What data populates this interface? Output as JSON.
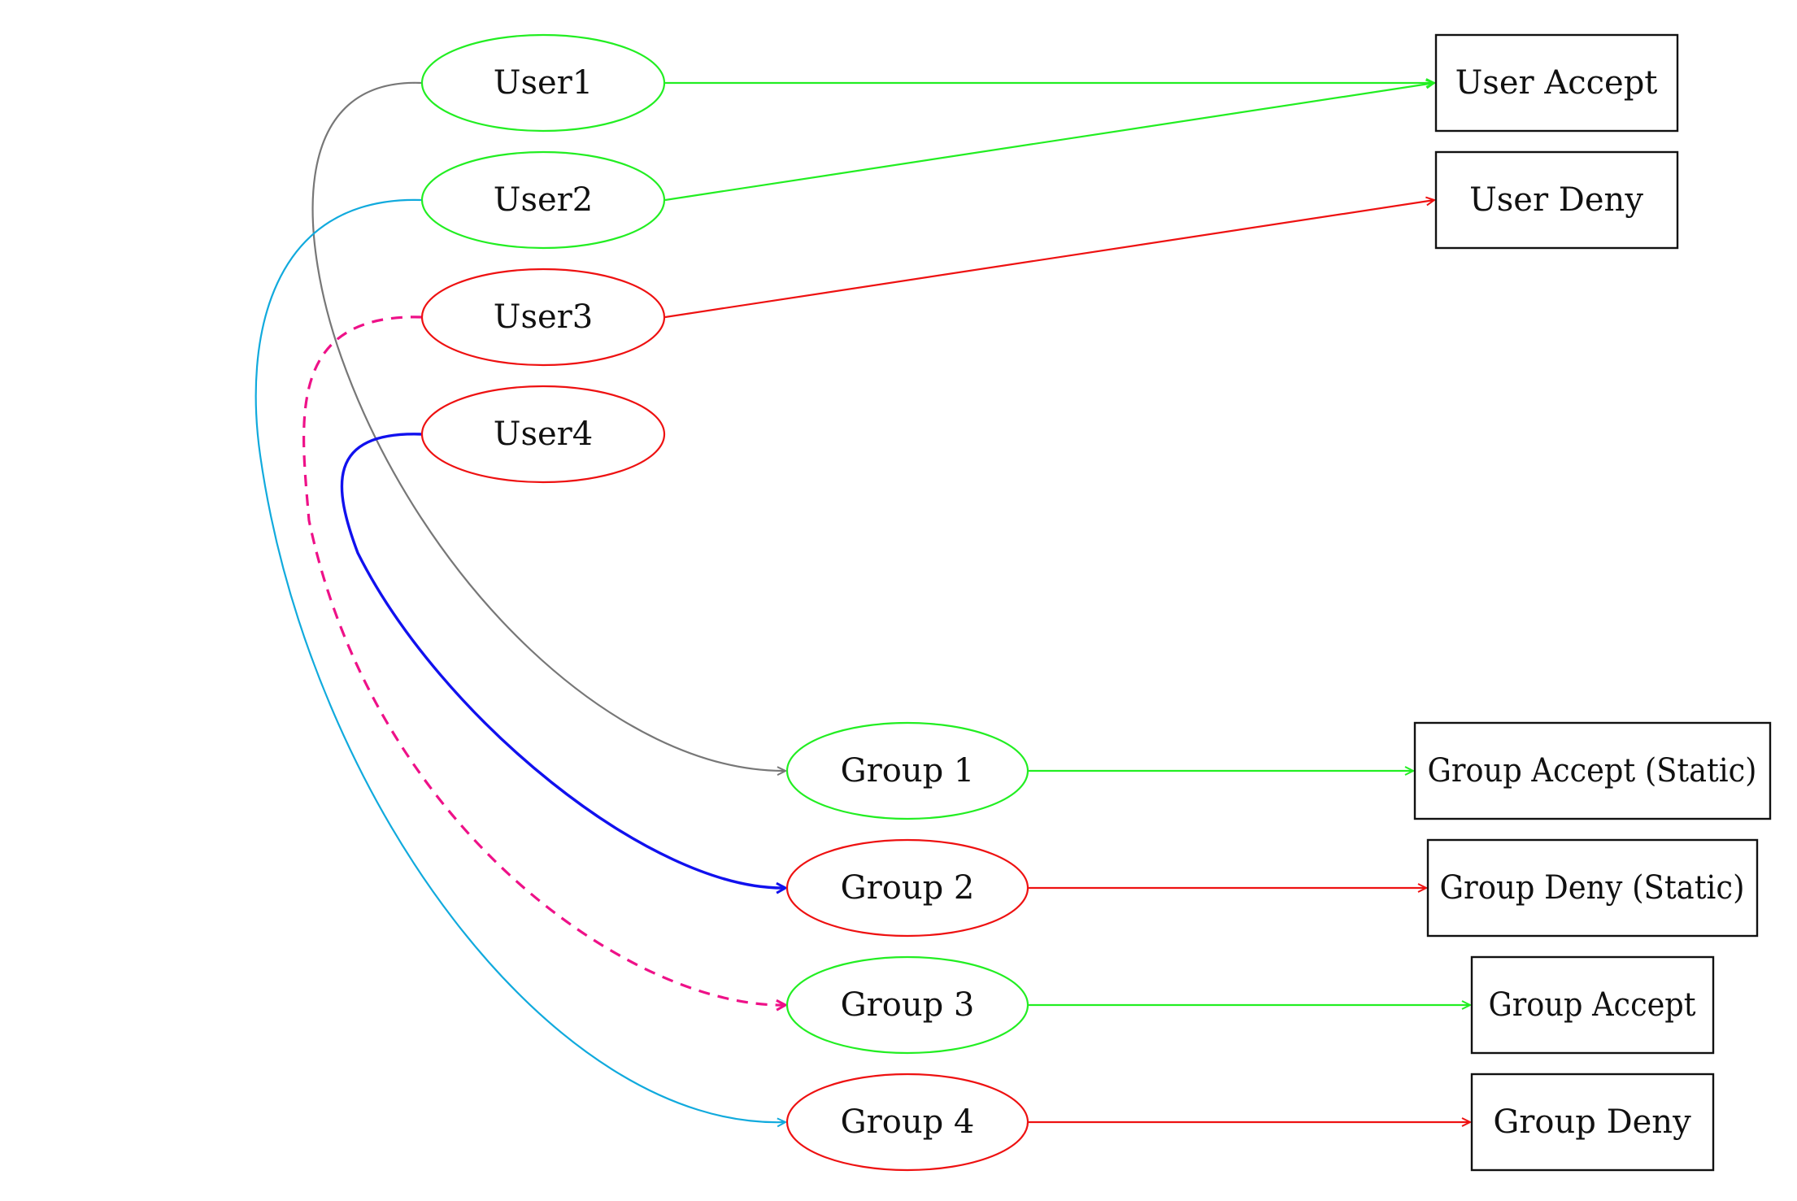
{
  "colors": {
    "green": "#22ee22",
    "red": "#ee1111",
    "gray": "#777777",
    "cyan": "#11aadd",
    "magenta": "#ee1188",
    "blue": "#1111ee",
    "box_border": "#111111"
  },
  "users": [
    {
      "id": "user1",
      "label": "User1",
      "color": "green"
    },
    {
      "id": "user2",
      "label": "User2",
      "color": "green"
    },
    {
      "id": "user3",
      "label": "User3",
      "color": "red"
    },
    {
      "id": "user4",
      "label": "User4",
      "color": "red"
    }
  ],
  "user_outcomes": [
    {
      "id": "user-accept",
      "label": "User Accept"
    },
    {
      "id": "user-deny",
      "label": "User Deny"
    }
  ],
  "groups": [
    {
      "id": "group1",
      "label": "Group 1",
      "color": "green"
    },
    {
      "id": "group2",
      "label": "Group 2",
      "color": "red"
    },
    {
      "id": "group3",
      "label": "Group 3",
      "color": "green"
    },
    {
      "id": "group4",
      "label": "Group 4",
      "color": "red"
    }
  ],
  "group_outcomes": [
    {
      "id": "group-accept-static",
      "label": "Group Accept (Static)"
    },
    {
      "id": "group-deny-static",
      "label": "Group Deny (Static)"
    },
    {
      "id": "group-accept",
      "label": "Group Accept"
    },
    {
      "id": "group-deny",
      "label": "Group Deny"
    }
  ],
  "edges": [
    {
      "from": "user1",
      "to": "user-accept",
      "color": "green",
      "style": "solid"
    },
    {
      "from": "user2",
      "to": "user-accept",
      "color": "green",
      "style": "solid"
    },
    {
      "from": "user3",
      "to": "user-deny",
      "color": "red",
      "style": "solid"
    },
    {
      "from": "user1",
      "to": "group1",
      "color": "gray",
      "style": "solid"
    },
    {
      "from": "user2",
      "to": "group4",
      "color": "cyan",
      "style": "solid"
    },
    {
      "from": "user3",
      "to": "group3",
      "color": "magenta",
      "style": "dashed"
    },
    {
      "from": "user4",
      "to": "group2",
      "color": "blue",
      "style": "thick"
    },
    {
      "from": "group1",
      "to": "group-accept-static",
      "color": "green",
      "style": "solid"
    },
    {
      "from": "group2",
      "to": "group-deny-static",
      "color": "red",
      "style": "solid"
    },
    {
      "from": "group3",
      "to": "group-accept",
      "color": "green",
      "style": "solid"
    },
    {
      "from": "group4",
      "to": "group-deny",
      "color": "red",
      "style": "solid"
    }
  ]
}
